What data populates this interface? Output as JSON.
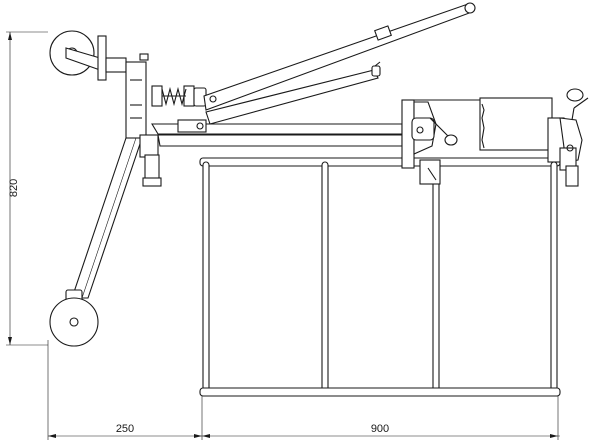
{
  "dimensions": {
    "height_label": "820",
    "base_offset_label": "250",
    "frame_width_label": "900"
  }
}
